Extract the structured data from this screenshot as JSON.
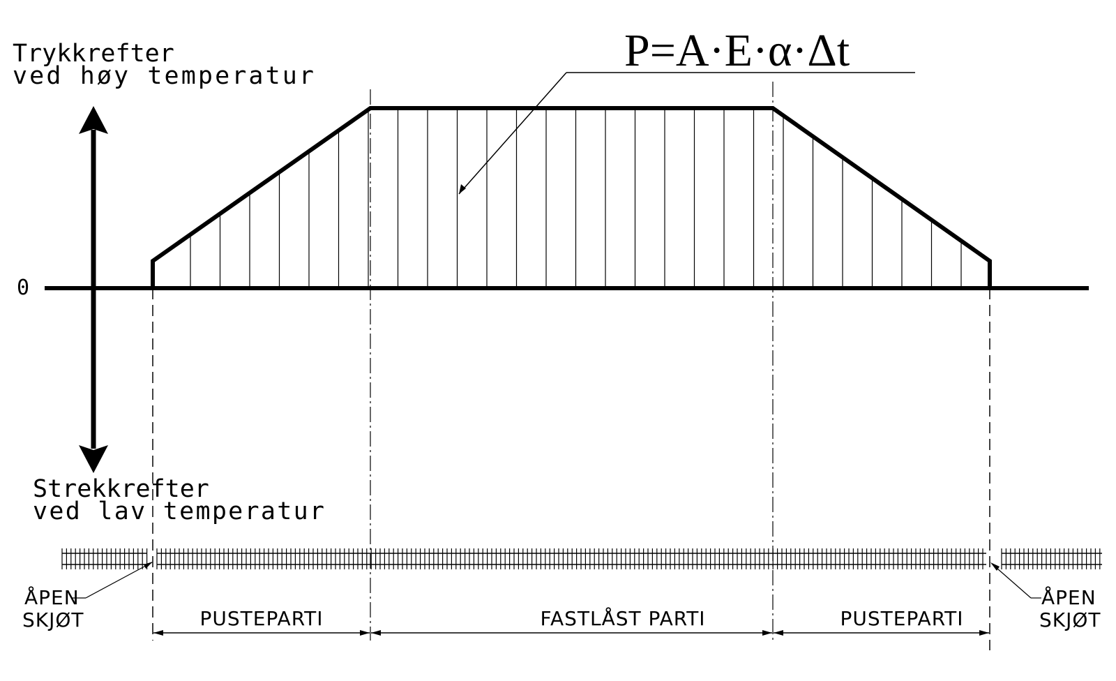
{
  "formula": "P=A·E·α·Δt",
  "axis": {
    "zero_label": "0",
    "top_line1": "Trykkrefter",
    "top_line2": "ved høy temperatur",
    "bottom_line1": "Strekkrefter",
    "bottom_line2": "ved lav temperatur"
  },
  "joints": {
    "left_line1": "ÅPEN",
    "left_line2": "SKJØT",
    "right_line1": "ÅPEN",
    "right_line2": "SKJØT"
  },
  "sections": {
    "left": "PUSTEPARTI",
    "middle": "FASTLÅST PARTI",
    "right": "PUSTEPARTI"
  },
  "colors": {
    "line": "#000000",
    "background": "#ffffff"
  }
}
